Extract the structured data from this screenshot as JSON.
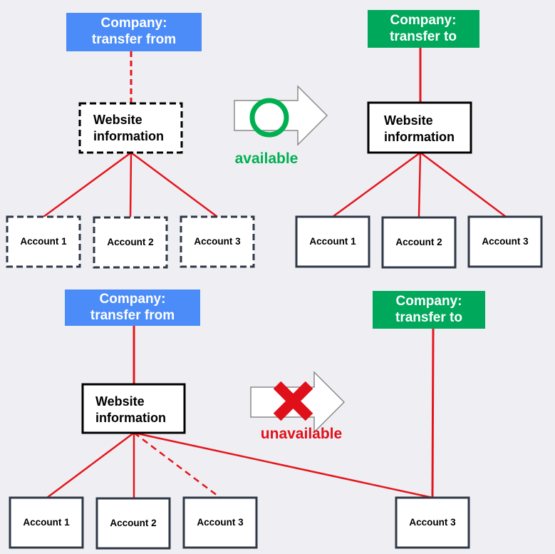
{
  "colors": {
    "company_from": "#4c8cf8",
    "company_to": "#00a85b",
    "line": "#e4161d",
    "available": "#00b050",
    "unavailable": "#e0101a",
    "box_border": "#2f3847",
    "background": "#efeff3"
  },
  "icons": {
    "available": "circle-check-icon",
    "unavailable": "cross-x-icon",
    "transfer": "right-arrow-icon"
  },
  "top": {
    "company_from": {
      "line1": "Company:",
      "line2": "transfer from"
    },
    "company_to": {
      "line1": "Company:",
      "line2": "transfer to"
    },
    "website_from": {
      "line1": "Website",
      "line2": "information"
    },
    "website_to": {
      "line1": "Website",
      "line2": "information"
    },
    "status": "available",
    "accounts_from": [
      "Account 1",
      "Account 2",
      "Account 3"
    ],
    "accounts_to": [
      "Account 1",
      "Account 2",
      "Account 3"
    ]
  },
  "bottom": {
    "company_from": {
      "line1": "Company:",
      "line2": "transfer from"
    },
    "company_to": {
      "line1": "Company:",
      "line2": "transfer to"
    },
    "website": {
      "line1": "Website",
      "line2": "information"
    },
    "status": "unavailable",
    "accounts_from": [
      "Account 1",
      "Account 2",
      "Account 3"
    ],
    "account_moved": "Account 3"
  }
}
